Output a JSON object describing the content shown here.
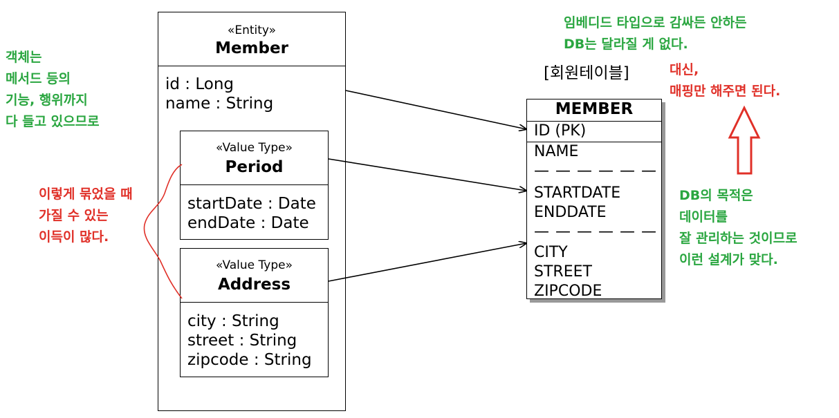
{
  "entity": {
    "stereotype": "«Entity»",
    "name": "Member",
    "attributes": [
      "id : Long",
      "name : String"
    ]
  },
  "period": {
    "stereotype": "«Value Type»",
    "name": "Period",
    "attributes": [
      "startDate : Date",
      "endDate : Date"
    ]
  },
  "address": {
    "stereotype": "«Value Type»",
    "name": "Address",
    "attributes": [
      "city : String",
      "street : String",
      "zipcode : String"
    ]
  },
  "table": {
    "caption": "[회원테이블]",
    "name": "MEMBER",
    "pk": "ID (PK)",
    "col_name": "NAME",
    "separator": "— — — — — —",
    "period_cols": [
      "STARTDATE",
      "ENDDATE"
    ],
    "address_cols": [
      "CITY",
      "STREET",
      "ZIPCODE"
    ]
  },
  "notes": {
    "object_note": [
      "객체는",
      "메서드 등의",
      "기능, 행위까지",
      "다 들고 있으므로"
    ],
    "benefit_note": [
      "이렇게 묶었을 때",
      "가질 수 있는",
      "이득이 많다."
    ],
    "embedded_note": [
      "임베디드 타입으로 감싸든 안하든",
      "DB는 달라질 게 없다."
    ],
    "mapping_note": [
      "대신,",
      "매핑만 해주면 된다."
    ],
    "db_note": [
      "DB의 목적은",
      "데이터를",
      "잘 관리하는 것이므로",
      "이런 설계가 맞다."
    ]
  },
  "colors": {
    "green": "#2aa640",
    "red": "#e03028"
  }
}
